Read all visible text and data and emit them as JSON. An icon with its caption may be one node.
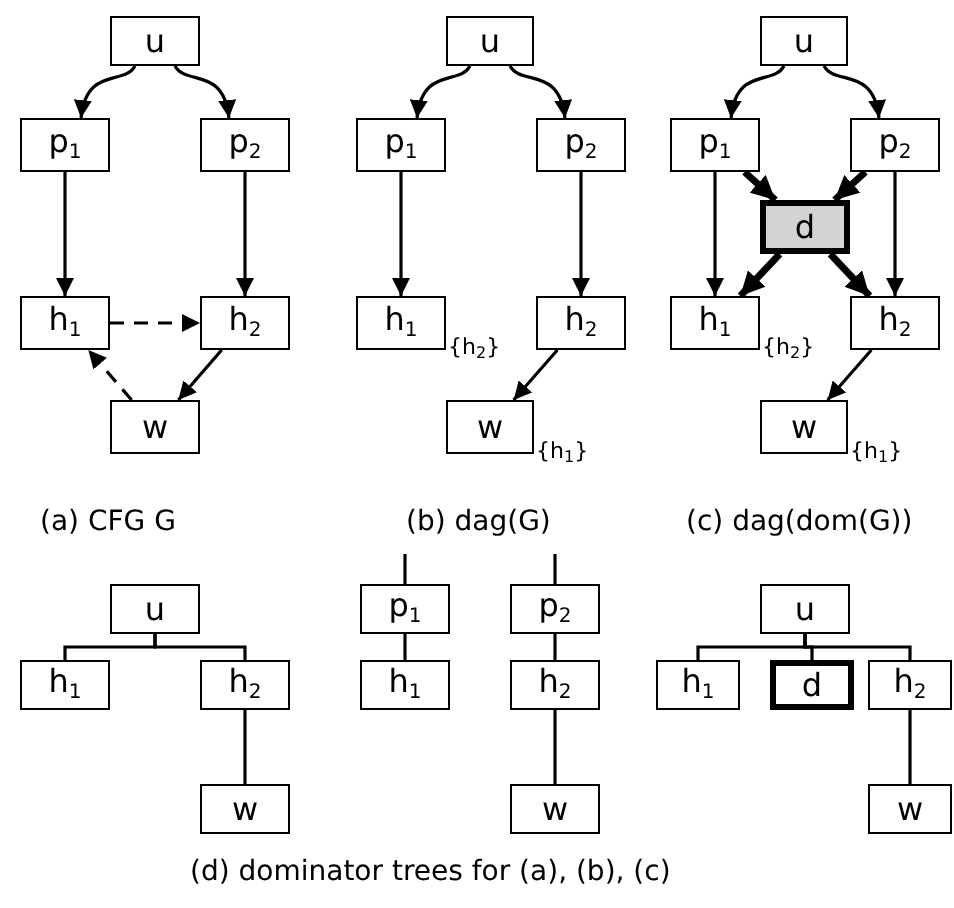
{
  "diagram": {
    "nodes": [
      {
        "text": [
          "u"
        ]
      },
      {
        "text": [
          "p$_{1}$"
        ]
      },
      {
        "text": [
          "p$_{2}$"
        ]
      },
      {
        "text": [
          "h$_{1}$"
        ]
      },
      {
        "text": [
          "h$_{2}$"
        ]
      },
      {
        "text": [
          "w"
        ]
      },
      {
        "text": [
          "u"
        ]
      },
      {
        "text": [
          "p$_{1}$"
        ]
      },
      {
        "text": [
          "p$_{2}$"
        ]
      },
      {
        "text": [
          "h$_{1}$"
        ],
        "beside": [
          "{h$_{2}$}"
        ]
      },
      {
        "text": [
          "h$_{2}$"
        ]
      },
      {
        "text": [
          "w"
        ],
        "beside": [
          "{h$_{1}$}"
        ]
      },
      {
        "text": [
          "u"
        ]
      },
      {
        "text": [
          "p$_{1}$"
        ]
      },
      {
        "text": [
          "p$_{2}$"
        ]
      },
      {
        "text": [
          "d"
        ]
      },
      {
        "text": [
          "h$_{1}$"
        ],
        "beside": [
          "{h$_{2}$}"
        ]
      },
      {
        "text": [
          "h$_{2}$"
        ]
      },
      {
        "text": [
          "w"
        ],
        "beside": [
          "{h$_{1}$}"
        ]
      },
      {
        "text": [
          "u"
        ]
      },
      {
        "text": [
          "h$_{1}$"
        ]
      },
      {
        "text": [
          "h$_{2}$"
        ]
      },
      {
        "text": [
          "w"
        ]
      },
      {
        "text": [
          "p$_{1}$"
        ]
      },
      {
        "text": [
          "h$_{1}$"
        ]
      },
      {
        "text": [
          "p$_{2}$"
        ]
      },
      {
        "text": [
          "h$_{2}$"
        ]
      },
      {
        "text": [
          "w"
        ]
      },
      {
        "text": [
          "u"
        ]
      },
      {
        "text": [
          "h$_{1}$"
        ]
      },
      {
        "text": [
          "d"
        ]
      },
      {
        "text": [
          "h$_{2}$"
        ]
      },
      {
        "text": [
          "w"
        ]
      }
    ],
    "edges": [
      {
        "from": 0,
        "to": 1,
        "arrow": "to"
      },
      {
        "from": 0,
        "to": 2,
        "arrow": "to"
      },
      {
        "from": 1,
        "to": 3,
        "arrow": "to"
      },
      {
        "from": 2,
        "to": 4,
        "arrow": "to"
      },
      {
        "from": 3,
        "to": 4,
        "arrow": "to",
        "style": "dashed"
      },
      {
        "from": 4,
        "to": 5,
        "arrow": "to"
      },
      {
        "from": 5,
        "to": 3,
        "arrow": "to",
        "style": "dashed"
      },
      {
        "from": 6,
        "to": 7,
        "arrow": "to"
      },
      {
        "from": 6,
        "to": 8,
        "arrow": "to"
      },
      {
        "from": 7,
        "to": 9,
        "arrow": "to"
      },
      {
        "from": 8,
        "to": 10,
        "arrow": "to"
      },
      {
        "from": 10,
        "to": 11,
        "arrow": "to"
      },
      {
        "from": 12,
        "to": 13,
        "arrow": "to"
      },
      {
        "from": 12,
        "to": 14,
        "arrow": "to"
      },
      {
        "from": 13,
        "to": 16,
        "arrow": "to"
      },
      {
        "from": 14,
        "to": 17,
        "arrow": "to"
      },
      {
        "from": 13,
        "to": 15,
        "arrow": "to",
        "style": "thick"
      },
      {
        "from": 14,
        "to": 15,
        "arrow": "to",
        "style": "thick"
      },
      {
        "from": 15,
        "to": 16,
        "arrow": "to",
        "style": "thick"
      },
      {
        "from": 15,
        "to": 17,
        "arrow": "to",
        "style": "thick"
      },
      {
        "from": 17,
        "to": 18,
        "arrow": "to"
      },
      {
        "from": 19,
        "to": 20,
        "arrow": "none"
      },
      {
        "from": 19,
        "to": 21,
        "arrow": "none"
      },
      {
        "from": 21,
        "to": 22,
        "arrow": "none"
      },
      {
        "from": null,
        "to": 23,
        "arrow": "none"
      },
      {
        "from": 23,
        "to": 24,
        "arrow": "none"
      },
      {
        "from": null,
        "to": 25,
        "arrow": "none"
      },
      {
        "from": 25,
        "to": 26,
        "arrow": "none"
      },
      {
        "from": 26,
        "to": 27,
        "arrow": "none"
      },
      {
        "from": 28,
        "to": 29,
        "arrow": "none"
      },
      {
        "from": 28,
        "to": 30,
        "arrow": "none"
      },
      {
        "from": 28,
        "to": 31,
        "arrow": "none"
      },
      {
        "from": 31,
        "to": 32,
        "arrow": "none"
      }
    ],
    "labels": [
      "(a) CFG G",
      "(b) dag(G)",
      "(c) dag(dom(G))",
      "(d) dominator trees for (a), (b), (c)"
    ]
  }
}
